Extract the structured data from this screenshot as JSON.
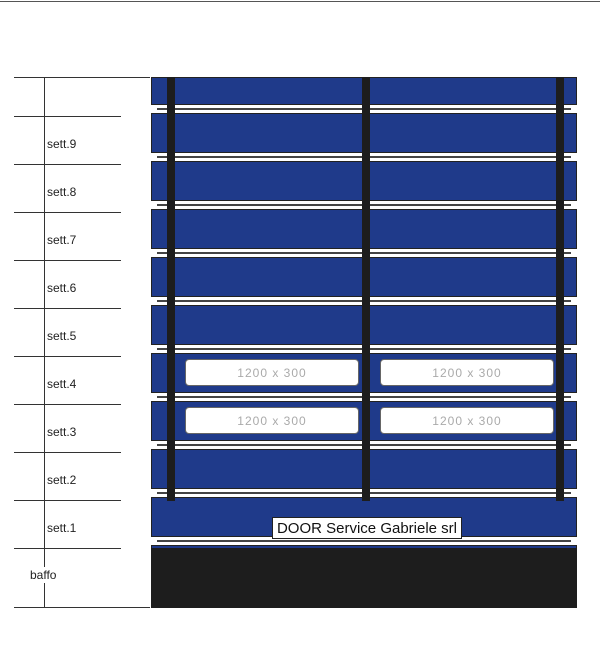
{
  "sections": [
    "sett.9",
    "sett.8",
    "sett.7",
    "sett.6",
    "sett.5",
    "sett.4",
    "sett.3",
    "sett.2",
    "sett.1"
  ],
  "baffo_label": "baffo",
  "windows": [
    {
      "section": "sett.4",
      "label": "1200 x 300"
    },
    {
      "section": "sett.4",
      "label": "1200 x 300"
    },
    {
      "section": "sett.3",
      "label": "1200 x 300"
    },
    {
      "section": "sett.3",
      "label": "1200 x 300"
    }
  ],
  "logo_text": "DOOR Service Gabriele srl",
  "colors": {
    "panel": "#1f3a8a",
    "bar": "#1d1d1d"
  }
}
